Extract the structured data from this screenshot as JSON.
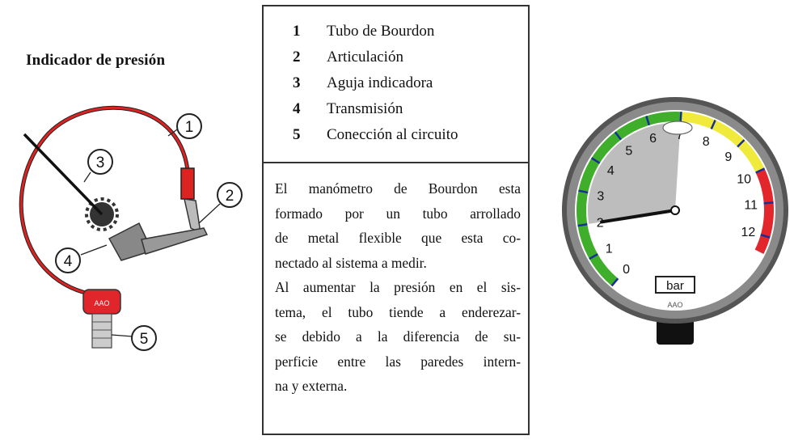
{
  "left_figure": {
    "title": "Indicador de presión",
    "callouts": [
      "1",
      "2",
      "3",
      "4",
      "5"
    ],
    "connector_label": "AAO"
  },
  "legend": [
    {
      "num": "1",
      "text": "Tubo de Bourdon"
    },
    {
      "num": "2",
      "text": "Articulación"
    },
    {
      "num": "3",
      "text": "Aguja indicadora"
    },
    {
      "num": "4",
      "text": "Transmisión"
    },
    {
      "num": "5",
      "text": "Conección al circuito"
    }
  ],
  "description_lines": [
    "El manómetro de Bourdon esta",
    "formado por  un tubo arrollado",
    "de metal flexible  que esta  co-",
    "nectado al sistema a medir.",
    "Al aumentar la presión en el sis-",
    "tema, el tubo tiende a enderezar-",
    "se debido a la diferencia de su-",
    "perficie entre las paredes intern-",
    "na y externa."
  ],
  "gauge": {
    "scale_labels": [
      "0",
      "1",
      "2",
      "3",
      "4",
      "5",
      "6",
      "7",
      "8",
      "9",
      "10",
      "11",
      "12"
    ],
    "unit": "bar",
    "brand": "AAO",
    "needle_value": 2,
    "zones": {
      "green": [
        0,
        7
      ],
      "yellow": [
        7,
        10
      ],
      "red": [
        10,
        12.5
      ]
    },
    "colors": {
      "green": "#3fae2a",
      "yellow": "#f0ea3c",
      "red": "#e3262b",
      "bezel": "#7a7a7a",
      "face": "#ffffff"
    }
  }
}
